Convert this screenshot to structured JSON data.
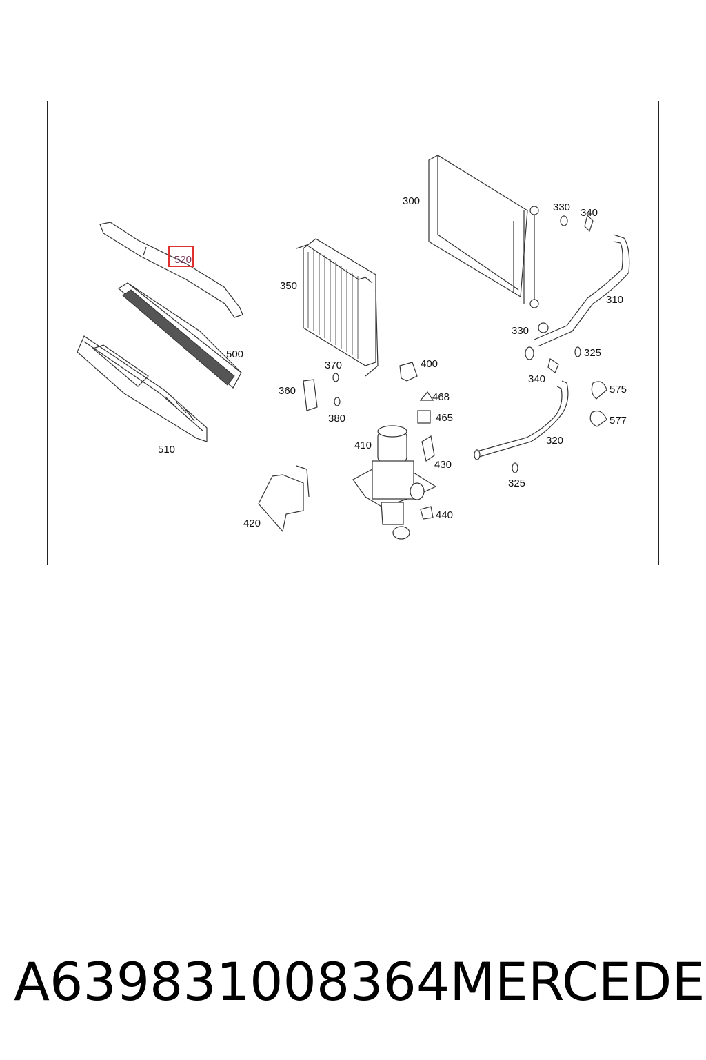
{
  "diagram": {
    "highlight_color": "#e03030",
    "callouts": [
      {
        "id": "c300",
        "label": "300"
      },
      {
        "id": "c330a",
        "label": "330"
      },
      {
        "id": "c340a",
        "label": "340"
      },
      {
        "id": "c310",
        "label": "310"
      },
      {
        "id": "c330b",
        "label": "330"
      },
      {
        "id": "c325a",
        "label": "325"
      },
      {
        "id": "c340b",
        "label": "340"
      },
      {
        "id": "c575",
        "label": "575"
      },
      {
        "id": "c577",
        "label": "577"
      },
      {
        "id": "c320",
        "label": "320"
      },
      {
        "id": "c325b",
        "label": "325"
      },
      {
        "id": "c350",
        "label": "350"
      },
      {
        "id": "c370",
        "label": "370"
      },
      {
        "id": "c400",
        "label": "400"
      },
      {
        "id": "c360",
        "label": "360"
      },
      {
        "id": "c380",
        "label": "380"
      },
      {
        "id": "c468",
        "label": "468"
      },
      {
        "id": "c465",
        "label": "465"
      },
      {
        "id": "c410",
        "label": "410"
      },
      {
        "id": "c430",
        "label": "430"
      },
      {
        "id": "c440",
        "label": "440"
      },
      {
        "id": "c420",
        "label": "420"
      },
      {
        "id": "c520",
        "label": "520"
      },
      {
        "id": "c500",
        "label": "500"
      },
      {
        "id": "c510",
        "label": "510"
      }
    ]
  },
  "footer": {
    "part_number": "A639831008364",
    "brand": "MERCEDES"
  }
}
